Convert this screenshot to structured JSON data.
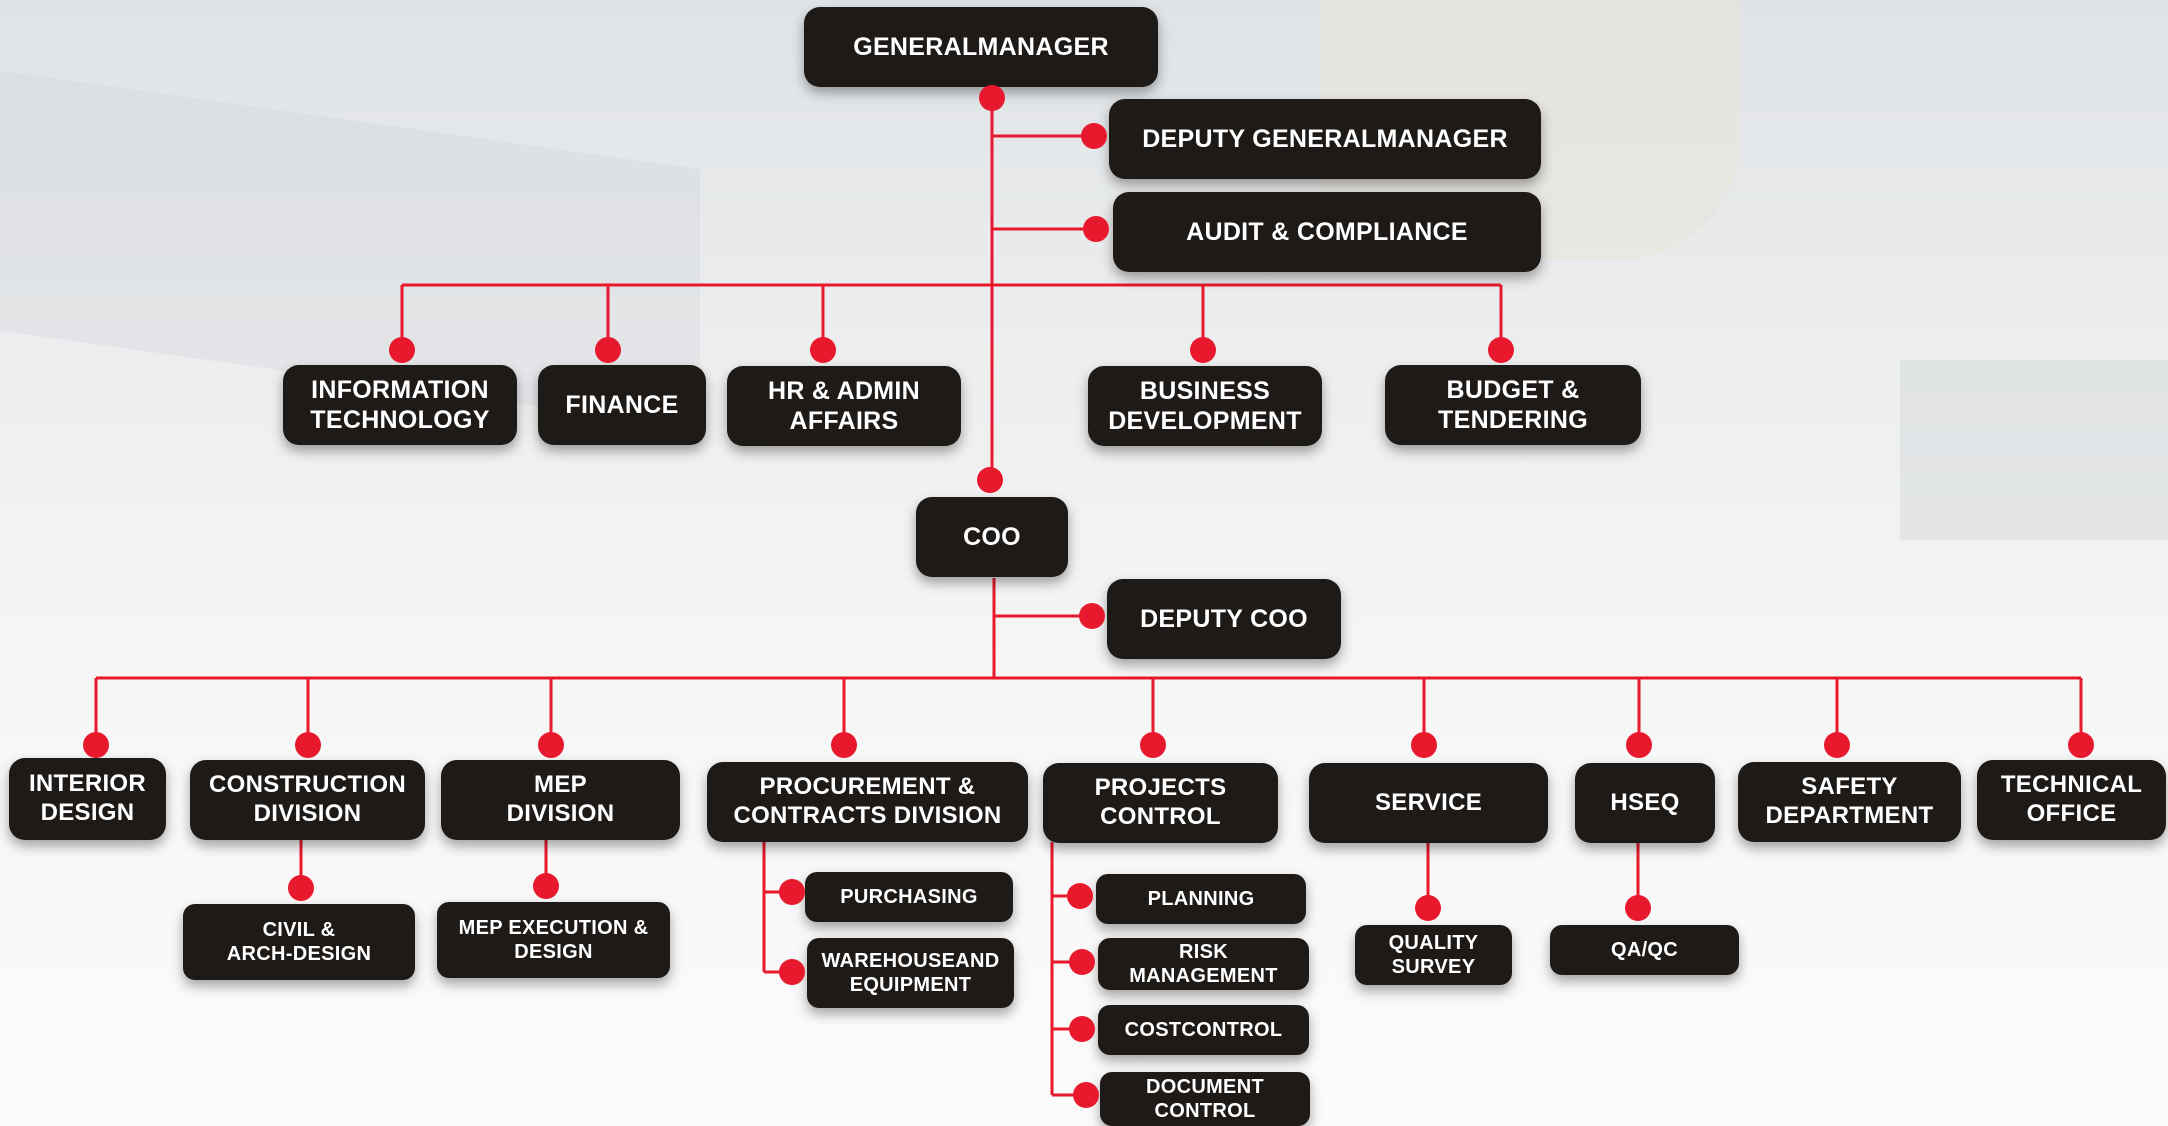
{
  "colors": {
    "box": "#1e1a17",
    "text": "#ffffff",
    "connector": "#e8192c"
  },
  "nodes": {
    "general_manager": "GENERALMANAGER",
    "deputy_general_manager": "DEPUTY GENERALMANAGER",
    "audit_compliance": "AUDIT & COMPLIANCE",
    "information_technology": "INFORMATION\nTECHNOLOGY",
    "finance": "FINANCE",
    "hr_admin": "HR & ADMIN\nAFFAIRS",
    "business_development": "BUSINESS\nDEVELOPMENT",
    "budget_tendering": "BUDGET &\nTENDERING",
    "coo": "COO",
    "deputy_coo": "DEPUTY COO",
    "interior_design": "INTERIOR\nDESIGN",
    "construction_division": "CONSTRUCTION\nDIVISION",
    "mep_division": "MEP\nDIVISION",
    "procurement_contracts": "PROCUREMENT &\nCONTRACTS DIVISION",
    "projects_control": "PROJECTS\nCONTROL",
    "service": "SERVICE",
    "hseq": "HSEQ",
    "safety_department": "SAFETY\nDEPARTMENT",
    "technical_office": "TECHNICAL\nOFFICE",
    "civil_arch_design": "CIVIL &\nARCH-DESIGN",
    "mep_execution_design": "MEP EXECUTION &\nDESIGN",
    "purchasing": "PURCHASING",
    "warehouse_equipment": "WAREHOUSEAND\nEQUIPMENT",
    "planning": "PLANNING",
    "risk_management": "RISK\nMANAGEMENT",
    "cost_control": "COSTCONTROL",
    "document_control": "DOCUMENT\nCONTROL",
    "quality_survey": "QUALITY\nSURVEY",
    "qa_qc": "QA/QC"
  }
}
